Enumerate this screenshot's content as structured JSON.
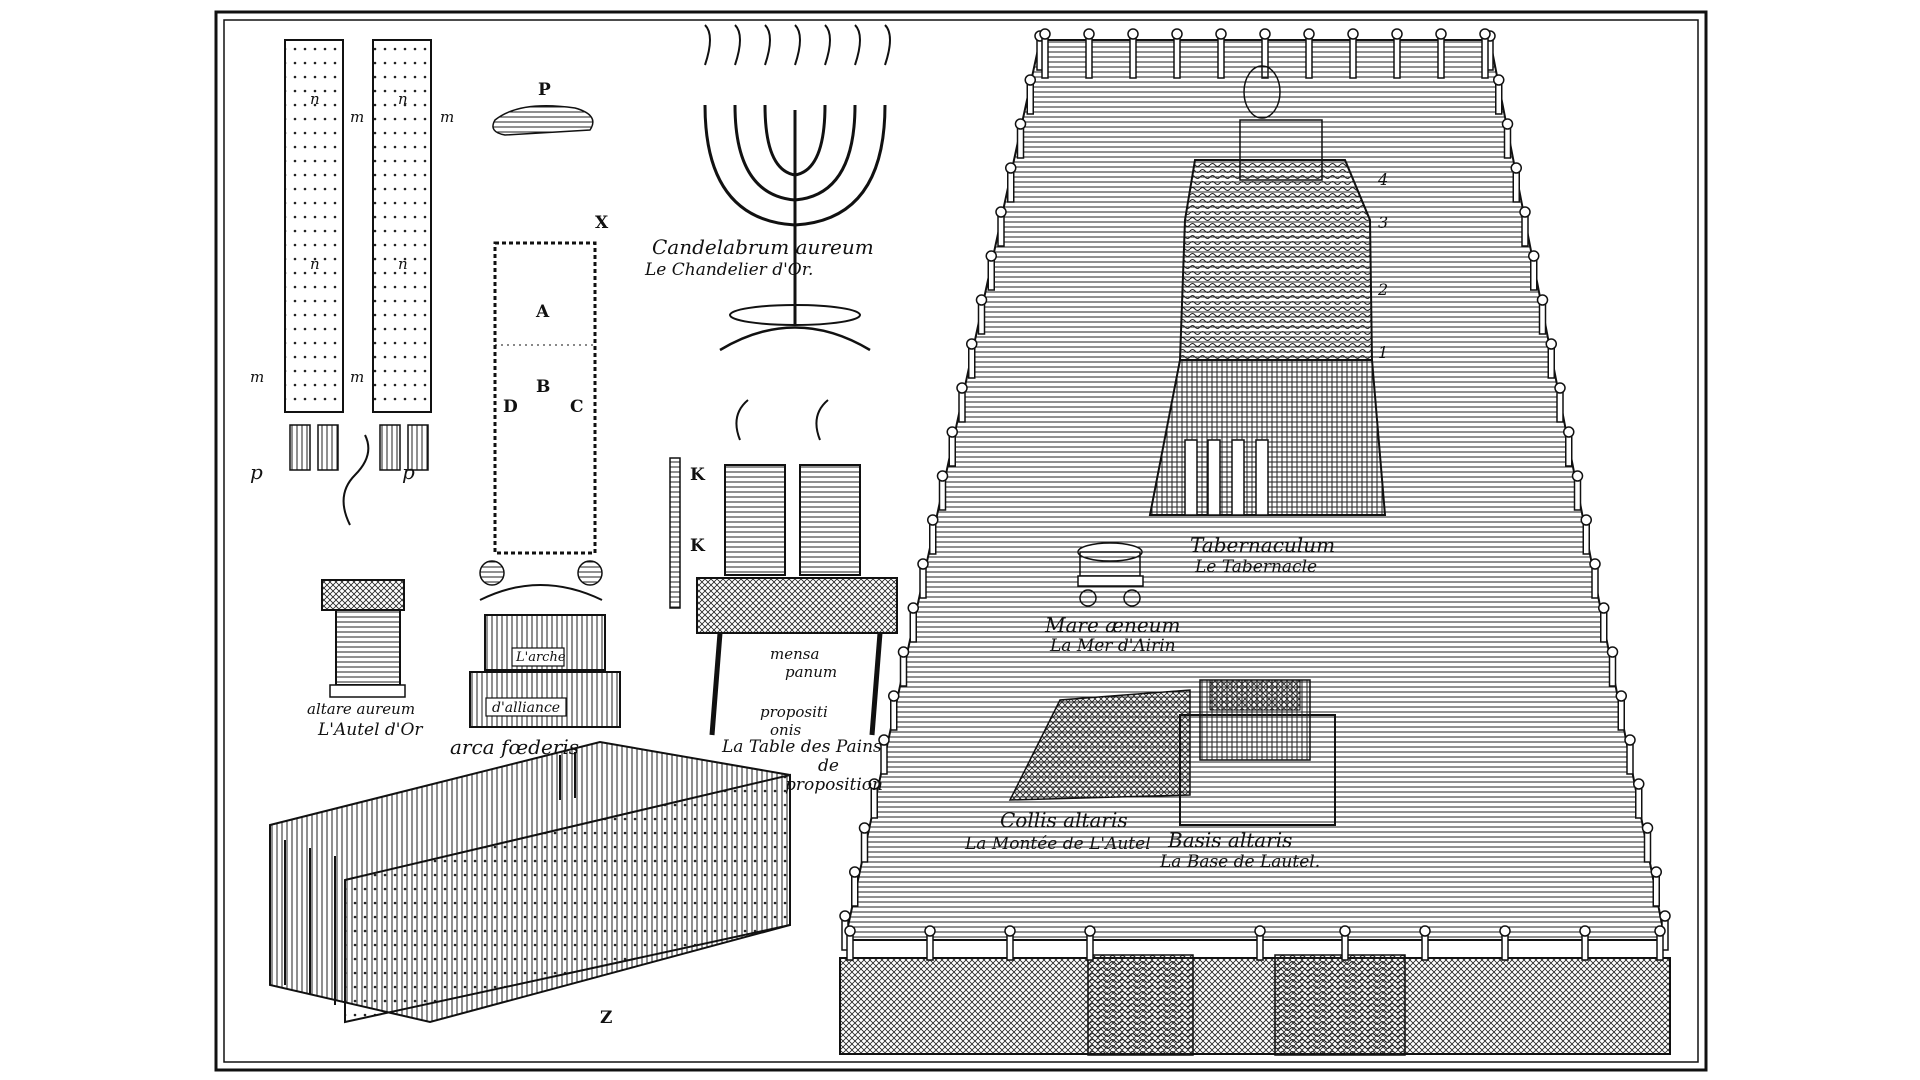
{
  "labels": {
    "candelabrum_latin": "Candelabrum aureum",
    "candelabrum_french": "Le Chandelier d'Or.",
    "tabernaculum_latin": "Tabernaculum",
    "tabernaculum_french": "Le Tabernacle",
    "mare_latin": "Mare æneum",
    "mare_french": "La Mer d'Airin",
    "altare_latin": "altare aureum",
    "altare_french": "L'Autel d'Or",
    "arca_latin": "arca fœderis",
    "arche_plaque": "L'arche",
    "alliance_plaque": "d'alliance",
    "mensa_latin_1": "mensa",
    "mensa_latin_2": "panum",
    "mensa_latin_3": "propositi",
    "mensa_latin_4": "onis",
    "table_french_1": "La Table des Pains",
    "table_french_2": "de",
    "table_french_3": "proposition",
    "collis_latin": "Collis altaris",
    "collis_french": "La Montée de L'Autel",
    "basis_latin": "Basis altaris",
    "basis_french": "La Base de Lautel."
  },
  "letters": {
    "P": "P",
    "X": "X",
    "A": "A",
    "B": "B",
    "C": "C",
    "D": "D",
    "K": "K",
    "Z": "Z",
    "m": "m",
    "n": "n",
    "p": "p"
  },
  "numbers": [
    "4",
    "3",
    "2",
    "1"
  ],
  "colors": {
    "ink": "#111111",
    "paper": "#ffffff"
  }
}
